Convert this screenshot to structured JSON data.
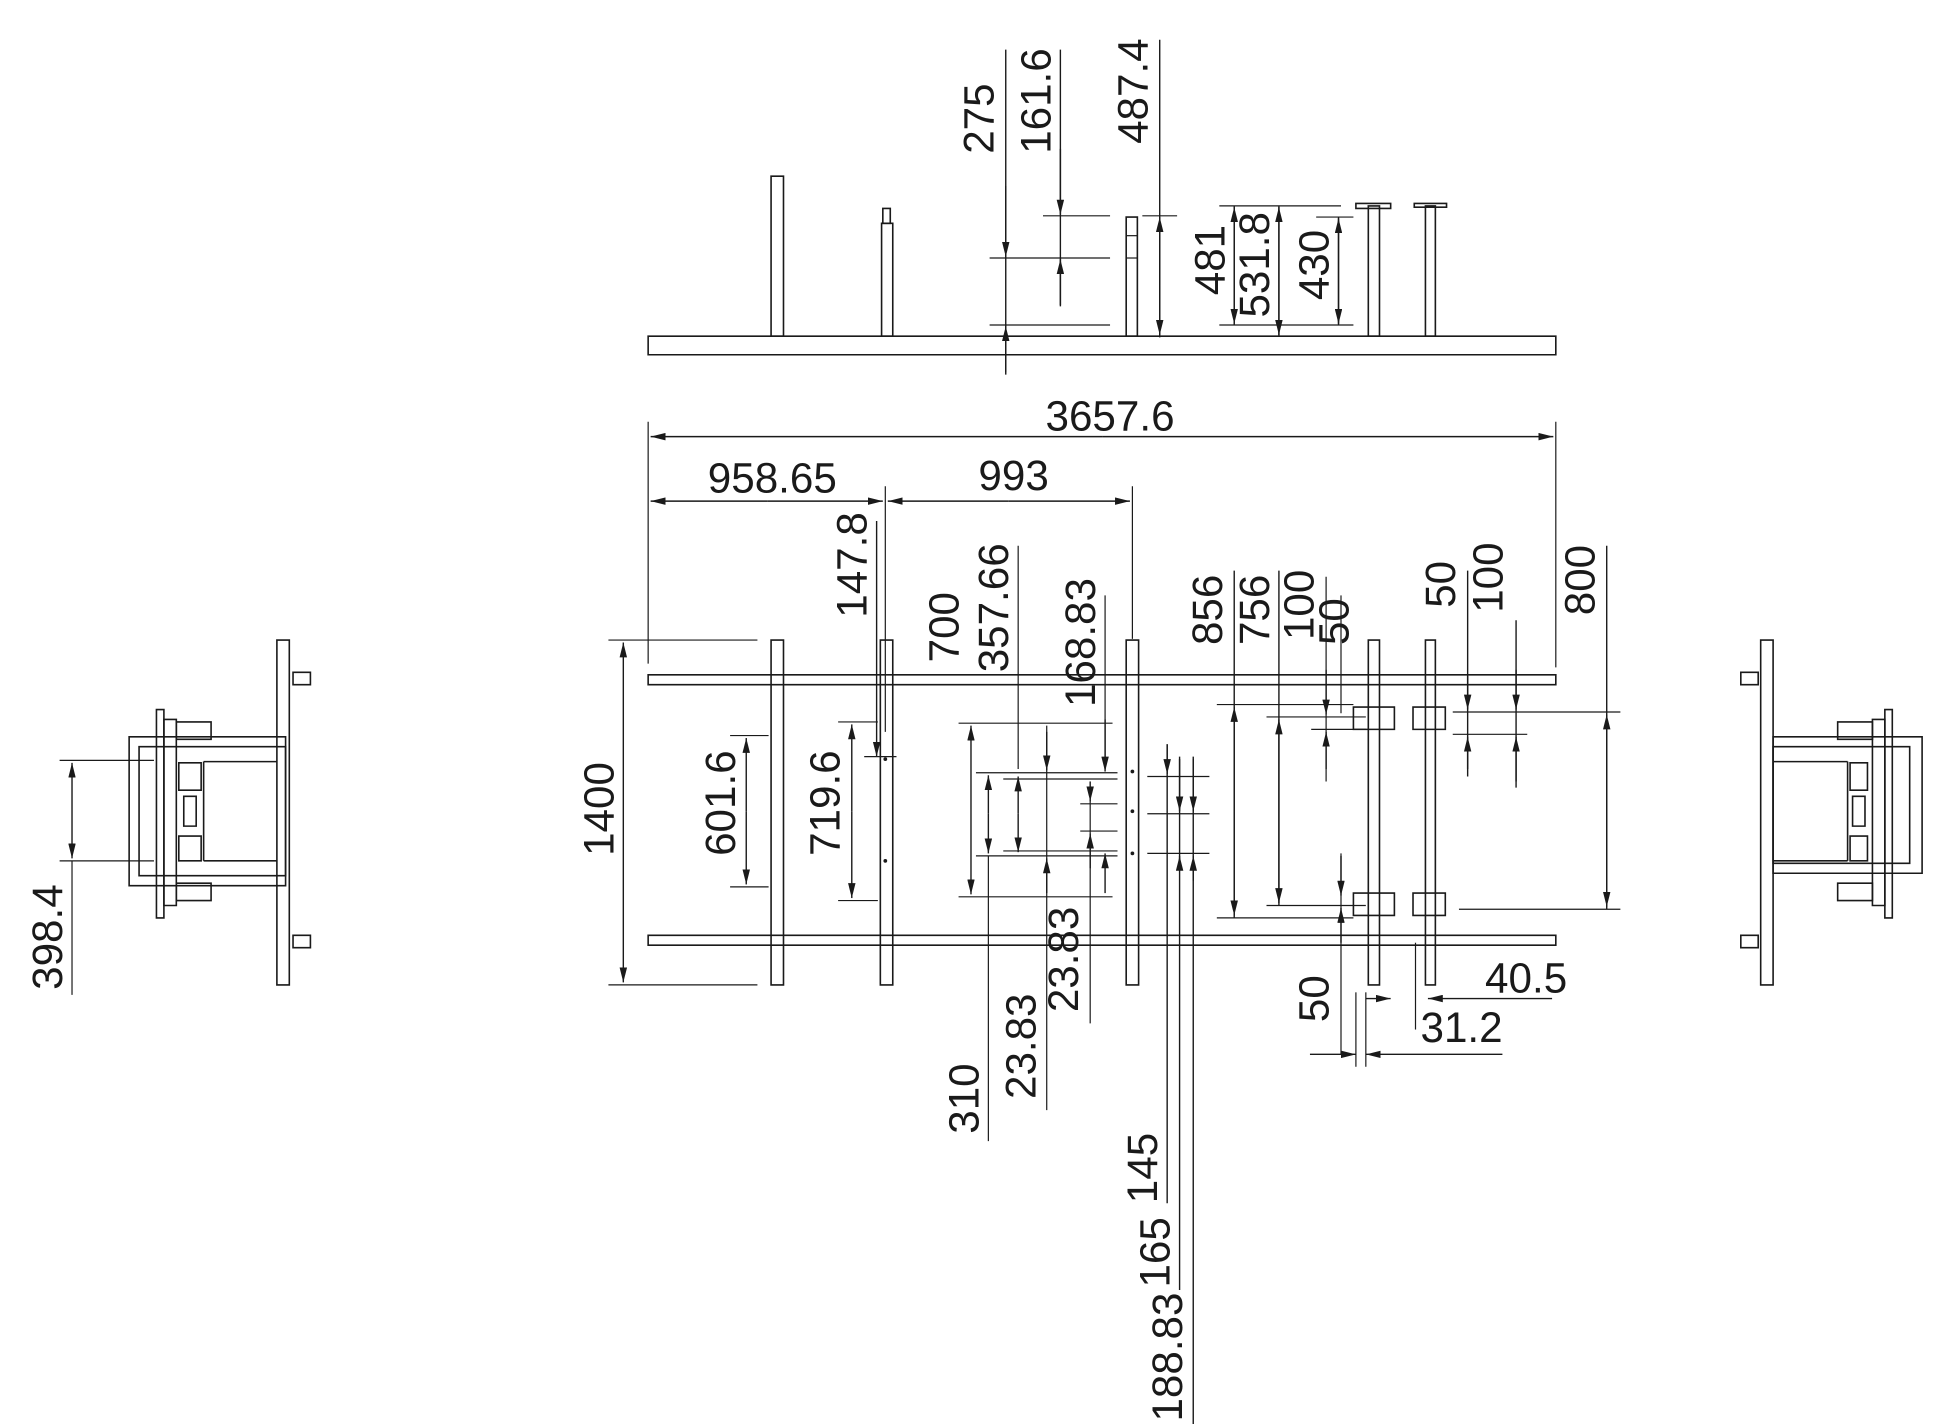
{
  "drawing": {
    "colors": {
      "line": "#1a1a1a",
      "background": "#ffffff"
    },
    "dimensions": {
      "d275": "275",
      "d161_6": "161.6",
      "d487_4": "487.4",
      "d481": "481",
      "d531_8": "531.8",
      "d430": "430",
      "d3657_6": "3657.6",
      "d958_65": "958.65",
      "d993": "993",
      "d147_8": "147.8",
      "d700": "700",
      "d357_66": "357.66",
      "d168_83": "168.83",
      "d856": "856",
      "d756": "756",
      "d100a": "100",
      "d50a": "50",
      "d50b": "50",
      "d100b": "100",
      "d800": "800",
      "d1400": "1400",
      "d601_6": "601.6",
      "d719_6": "719.6",
      "d23_83a": "23.83",
      "d23_83b": "23.83",
      "d310": "310",
      "d145": "145",
      "d165": "165",
      "d188_83": "188.83",
      "d50c": "50",
      "d40_5": "40.5",
      "d31_2": "31.2",
      "d398_4": "398.4"
    }
  }
}
